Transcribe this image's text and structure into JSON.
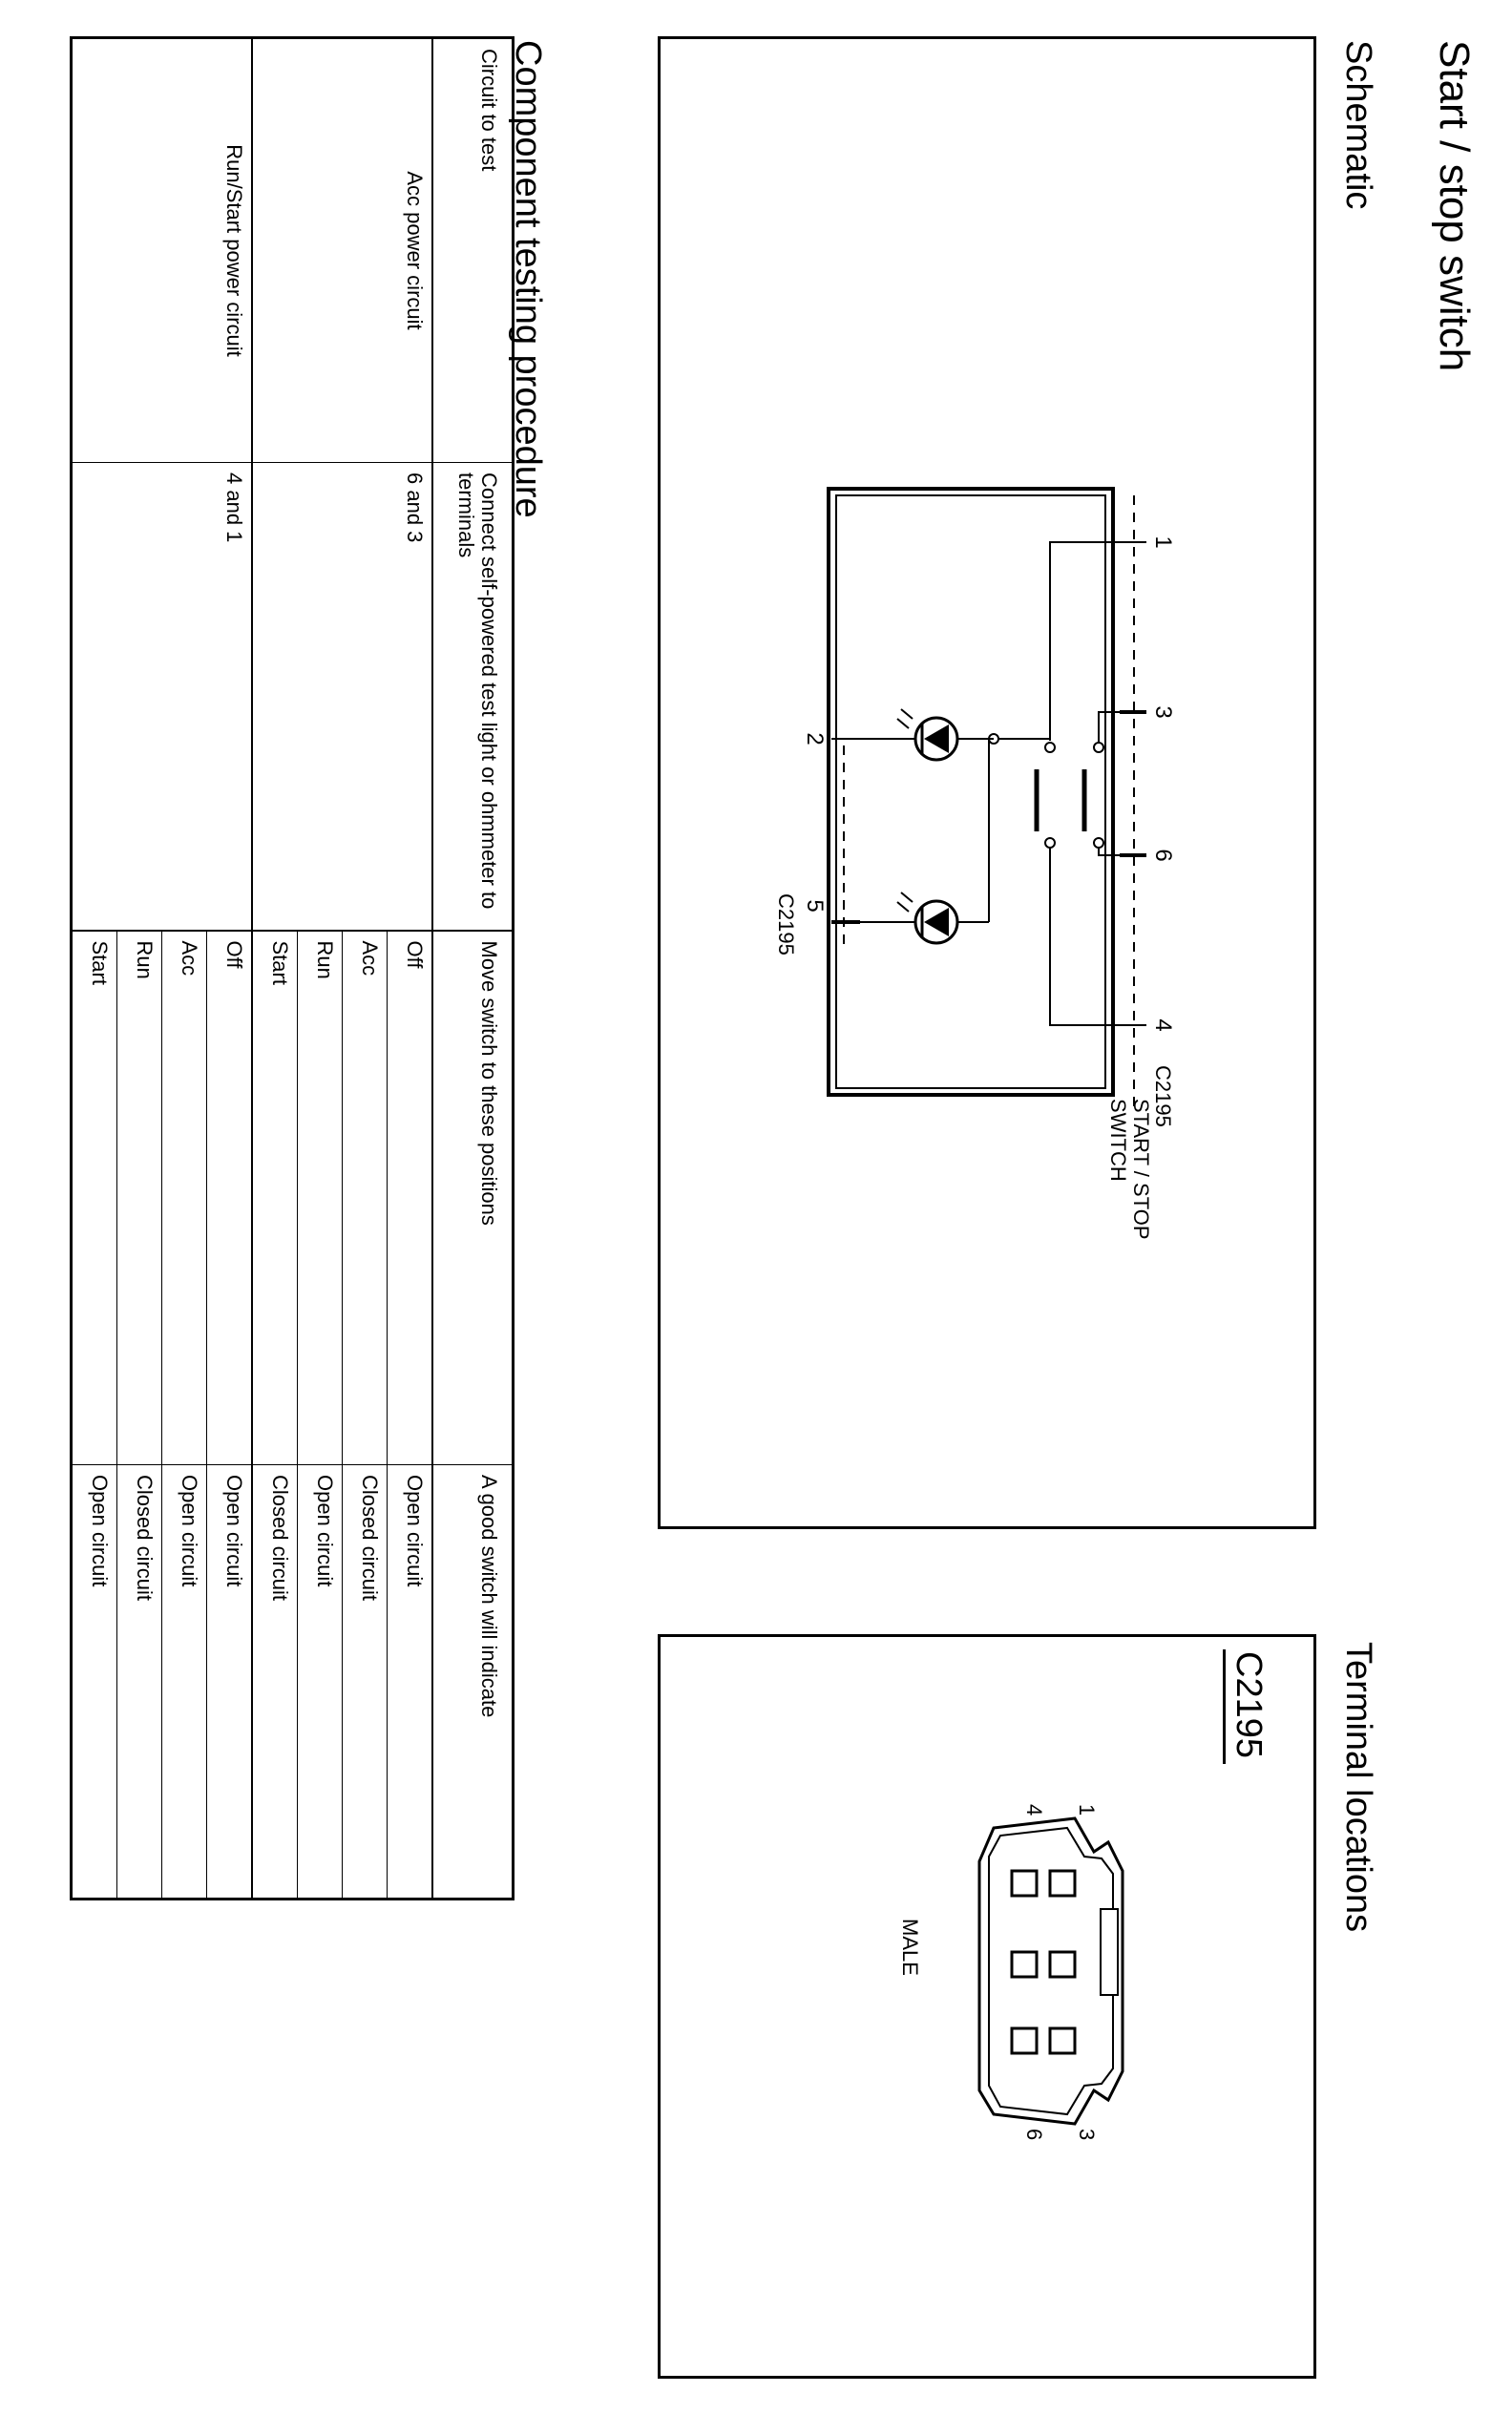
{
  "title": "Start / stop switch",
  "schematic": {
    "heading": "Schematic",
    "switch_label_line1": "START / STOP",
    "switch_label_line2": "SWITCH",
    "connector_top": "C2195",
    "connector_bottom": "C2195",
    "pins_top": [
      "1",
      "3",
      "6",
      "4"
    ],
    "pins_bottom": [
      "2",
      "5"
    ]
  },
  "terminal_locations": {
    "heading": "Terminal locations",
    "connector": "C2195",
    "gender": "MALE",
    "pins": [
      "1",
      "4",
      "3",
      "6"
    ]
  },
  "procedure": {
    "heading": "Component testing procedure",
    "columns": [
      "Circuit to test",
      "Connect self-powered test light or ohmmeter to terminals",
      "Move switch to these positions",
      "A good switch will indicate"
    ],
    "groups": [
      {
        "circuit": "Acc power circuit",
        "terminals": "6 and 3",
        "rows": [
          {
            "position": "Off",
            "result": "Open circuit"
          },
          {
            "position": "Acc",
            "result": "Closed circuit"
          },
          {
            "position": "Run",
            "result": "Open circuit"
          },
          {
            "position": "Start",
            "result": "Closed circuit"
          }
        ]
      },
      {
        "circuit": "Run/Start power circuit",
        "terminals": "4 and 1",
        "rows": [
          {
            "position": "Off",
            "result": "Open circuit"
          },
          {
            "position": "Acc",
            "result": "Open circuit"
          },
          {
            "position": "Run",
            "result": "Closed circuit"
          },
          {
            "position": "Start",
            "result": "Open circuit"
          }
        ]
      }
    ]
  }
}
